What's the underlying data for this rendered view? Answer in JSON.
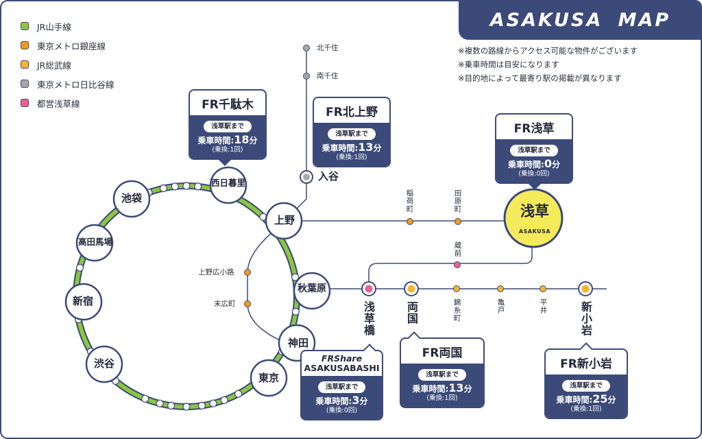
{
  "title": "ASAKUSA MAP",
  "notes": [
    "※複数の路線からアクセス可能な物件がございます",
    "※乗車時間は目安になります",
    "※目的地によって最寄り駅の掲載が異なります"
  ],
  "legend": [
    {
      "label": "JR山手線",
      "color": "#8cc63f"
    },
    {
      "label": "東京メトロ銀座線",
      "color": "#f39a1e"
    },
    {
      "label": "JR総武線",
      "color": "#f7b52c"
    },
    {
      "label": "東京メトロ日比谷線",
      "color": "#a9a9a9"
    },
    {
      "label": "都営浅草線",
      "color": "#e8638f"
    }
  ],
  "yamanote_stations": [
    "西日暮里",
    "上野",
    "秋葉原",
    "神田",
    "東京",
    "渋谷",
    "新宿",
    "高田馬場",
    "池袋"
  ],
  "stations": {
    "iriya": "入谷",
    "kitasenju": "北千住",
    "minamisenju": "南千住",
    "inaricho": "稲荷町",
    "tawaramachi": "田原町",
    "kuramae": "蔵前",
    "ueno_hirokoji": "上野広小路",
    "suehirocho": "末広町",
    "asakusabashi": "浅草橋",
    "ryogoku": "両国",
    "kinshicho": "錦糸町",
    "kameido": "亀戸",
    "hirai": "平井",
    "shinkoiwa": "新小岩",
    "asakusa": "浅草",
    "asakusa_en": "ASAKUSA"
  },
  "cards": {
    "sendagi": {
      "name": "FR千駄木",
      "pill": "浅草駅まで",
      "time_prefix": "乗車時間:",
      "time_value": "18",
      "time_unit": "分",
      "transfer": "(乗換:1回)"
    },
    "kitaueno": {
      "name": "FR北上野",
      "pill": "浅草駅まで",
      "time_prefix": "乗車時間:",
      "time_value": "13",
      "time_unit": "分",
      "transfer": "(乗換:1回)"
    },
    "asakusa": {
      "name": "FR浅草",
      "pill": "浅草駅まで",
      "time_prefix": "乗車時間:",
      "time_value": "0",
      "time_unit": "分",
      "transfer": "(乗換:0回)"
    },
    "asakusabashi": {
      "name_line1": "FRShare",
      "name_line2": "ASAKUSABASHI",
      "pill": "浅草駅まで",
      "time_prefix": "乗車時間:",
      "time_value": "3",
      "time_unit": "分",
      "transfer": "(乗換:0回)"
    },
    "ryogoku": {
      "name": "FR両国",
      "pill": "浅草駅まで",
      "time_prefix": "乗車時間:",
      "time_value": "13",
      "time_unit": "分",
      "transfer": "(乗換:1回)"
    },
    "shinkoiwa": {
      "name": "FR新小岩",
      "pill": "浅草駅まで",
      "time_prefix": "乗車時間:",
      "time_value": "25",
      "time_unit": "分",
      "transfer": "(乗換:1回)"
    }
  },
  "colors": {
    "navy": "#3b4a78",
    "yamanote": "#8cc63f",
    "ginza": "#f39a1e",
    "sobu": "#f7b52c",
    "hibiya": "#a9a9a9",
    "asakusa_line": "#e8638f",
    "asakusa_station": "#f5ea5a"
  }
}
